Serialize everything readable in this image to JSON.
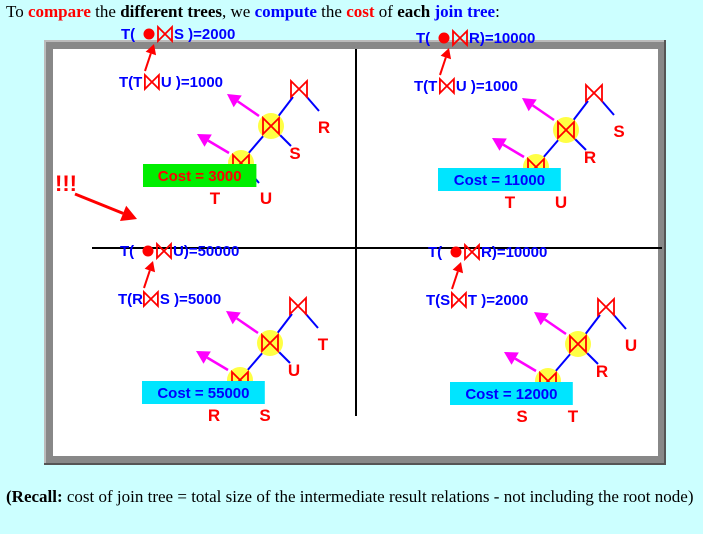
{
  "intro": {
    "p1": "To ",
    "compare": "compare",
    "p2": " the ",
    "different_trees": "different trees",
    "p3": ", we ",
    "compute": "compute",
    "p4": " the ",
    "cost": "cost",
    "p5": " of ",
    "each": "each",
    "p6": " ",
    "join_tree": "join tree",
    "p7": ":"
  },
  "colors": {
    "highlight": "#ffff44",
    "blue": "#0000ff",
    "red": "#ff0000",
    "magenta": "#ff00ff",
    "cost_green": "#00ee00",
    "cost_cyan": "#00e5ff"
  },
  "quadrants": [
    {
      "top_annotation": {
        "pre": "T(",
        "post": "S )=2000"
      },
      "mid_annotation": {
        "pre": "T(T",
        "post": "U )=1000"
      },
      "leaves": {
        "upper_right": "R",
        "middle_right": "S",
        "bottom_left": "T",
        "bottom_right": "U"
      },
      "cost_label": "Cost = 3000",
      "cost_color": "#00ee00",
      "warning": "!!!"
    },
    {
      "top_annotation": {
        "pre": "T(",
        "post": "R)=10000"
      },
      "mid_annotation": {
        "pre": "T(T",
        "post": "U )=1000"
      },
      "leaves": {
        "upper_right": "S",
        "middle_right": "R",
        "bottom_left": "T",
        "bottom_right": "U"
      },
      "cost_label": "Cost = 11000",
      "cost_color": "#00e5ff"
    },
    {
      "top_annotation": {
        "pre": "T(",
        "post": "U)=50000"
      },
      "mid_annotation": {
        "pre": "T(R",
        "post": "S )=5000"
      },
      "leaves": {
        "upper_right": "T",
        "middle_right": "U",
        "bottom_left": "R",
        "bottom_right": "S"
      },
      "cost_label": "Cost = 55000",
      "cost_color": "#00e5ff"
    },
    {
      "top_annotation": {
        "pre": "T(",
        "post": "R)=10000"
      },
      "mid_annotation": {
        "pre": "T(S",
        "post": "T )=2000"
      },
      "leaves": {
        "upper_right": "U",
        "middle_right": "R",
        "bottom_left": "S",
        "bottom_right": "T"
      },
      "cost_label": "Cost = 12000",
      "cost_color": "#00e5ff"
    }
  ],
  "recall": {
    "bold": "(Recall:",
    "text": " cost of join tree = total size of the intermediate result relations - not including the root node)"
  }
}
